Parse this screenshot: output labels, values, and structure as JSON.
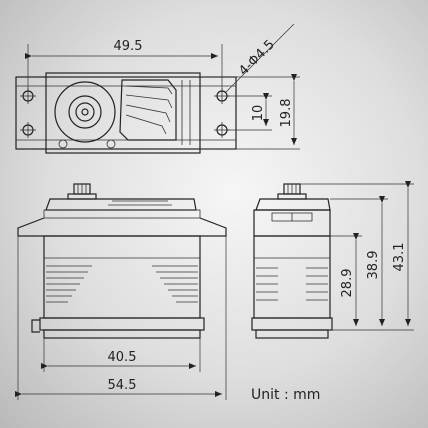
{
  "dimensions": {
    "top_width": "49.5",
    "hole_spec": "4-Φ4.5",
    "hole_spacing": "10",
    "top_depth": "19.8",
    "body_width": "40.5",
    "overall_width": "54.5",
    "body_height": "28.9",
    "height_to_top": "38.9",
    "overall_height": "43.1"
  },
  "unit_label": "Unit : mm",
  "colors": {
    "line": "#222222",
    "background": "#dedede"
  }
}
